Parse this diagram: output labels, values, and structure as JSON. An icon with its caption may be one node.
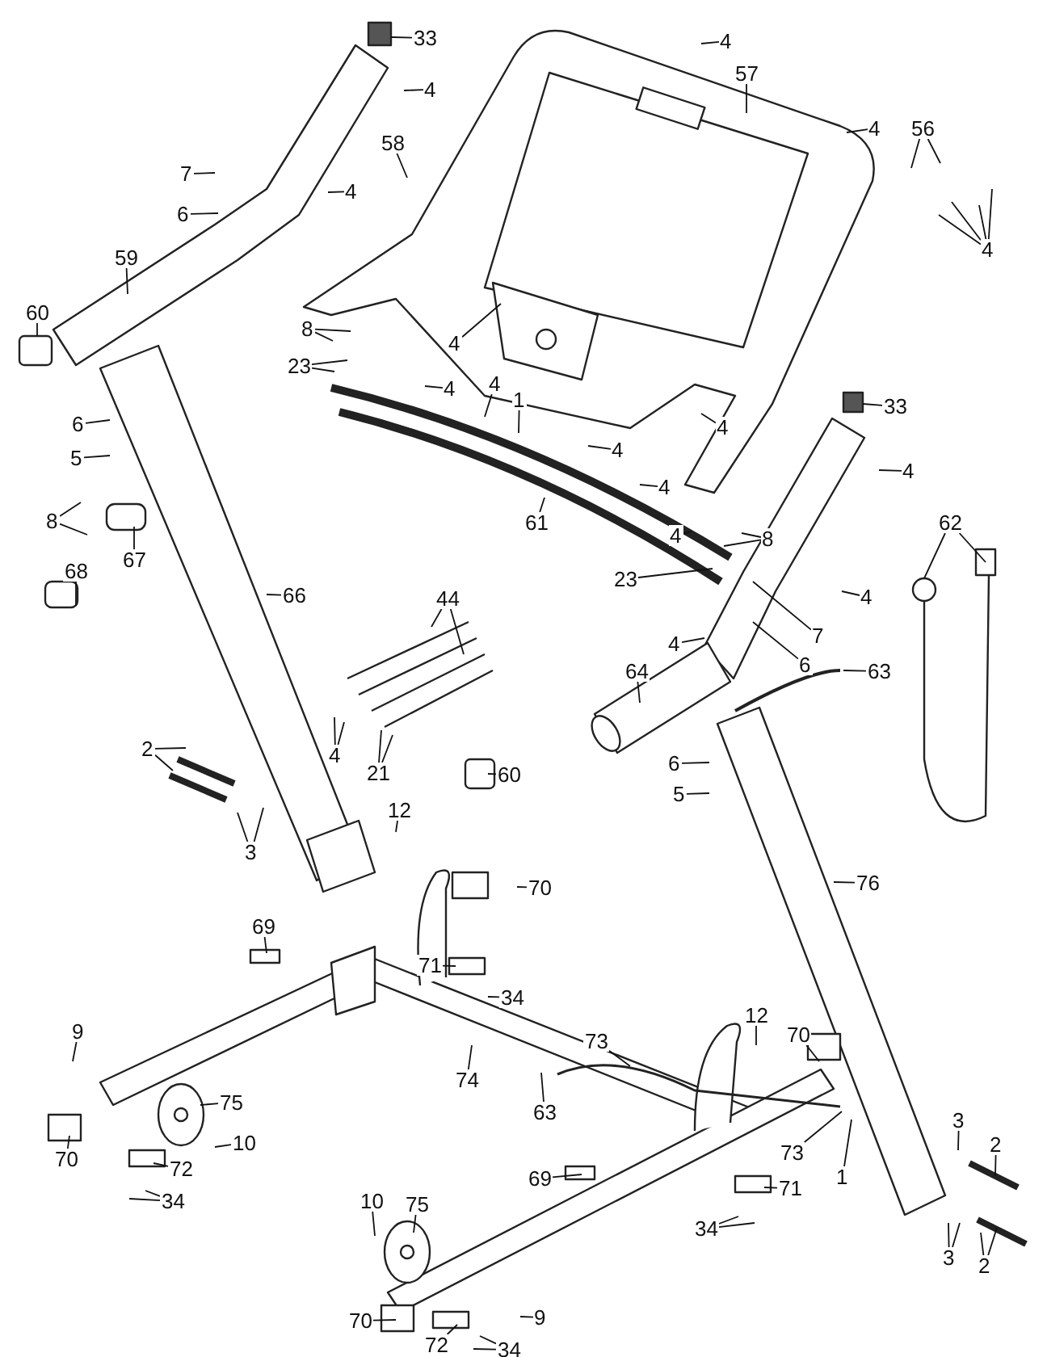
{
  "diagram": {
    "nodes": [
      {
        "text": [
          "33"
        ]
      },
      {
        "text": [
          "4"
        ]
      },
      {
        "text": [
          "57"
        ]
      },
      {
        "text": [
          "4"
        ]
      },
      {
        "text": [
          "4"
        ]
      },
      {
        "text": [
          "56"
        ]
      },
      {
        "text": [
          "58"
        ]
      },
      {
        "text": [
          "7"
        ]
      },
      {
        "text": [
          "4"
        ]
      },
      {
        "text": [
          "6"
        ]
      },
      {
        "text": [
          "4"
        ]
      },
      {
        "text": [
          "59"
        ]
      },
      {
        "text": [
          "60"
        ]
      },
      {
        "text": [
          "8"
        ]
      },
      {
        "text": [
          "4"
        ]
      },
      {
        "text": [
          "23"
        ]
      },
      {
        "text": [
          "4"
        ]
      },
      {
        "text": [
          "4"
        ]
      },
      {
        "text": [
          "1"
        ]
      },
      {
        "text": [
          "33"
        ]
      },
      {
        "text": [
          "6"
        ]
      },
      {
        "text": [
          "4"
        ]
      },
      {
        "text": [
          "4"
        ]
      },
      {
        "text": [
          "5"
        ]
      },
      {
        "text": [
          "4"
        ]
      },
      {
        "text": [
          "4"
        ]
      },
      {
        "text": [
          "8"
        ]
      },
      {
        "text": [
          "61"
        ]
      },
      {
        "text": [
          "62"
        ]
      },
      {
        "text": [
          "8"
        ]
      },
      {
        "text": [
          "4"
        ]
      },
      {
        "text": [
          "67"
        ]
      },
      {
        "text": [
          "68"
        ]
      },
      {
        "text": [
          "23"
        ]
      },
      {
        "text": [
          "66"
        ]
      },
      {
        "text": [
          "4"
        ]
      },
      {
        "text": [
          "44"
        ]
      },
      {
        "text": [
          "7"
        ]
      },
      {
        "text": [
          "4"
        ]
      },
      {
        "text": [
          "6"
        ]
      },
      {
        "text": [
          "64"
        ]
      },
      {
        "text": [
          "63"
        ]
      },
      {
        "text": [
          "2"
        ]
      },
      {
        "text": [
          "4"
        ]
      },
      {
        "text": [
          "6"
        ]
      },
      {
        "text": [
          "21"
        ]
      },
      {
        "text": [
          "60"
        ]
      },
      {
        "text": [
          "5"
        ]
      },
      {
        "text": [
          "12"
        ]
      },
      {
        "text": [
          "3"
        ]
      },
      {
        "text": [
          "76"
        ]
      },
      {
        "text": [
          "70"
        ]
      },
      {
        "text": [
          "69"
        ]
      },
      {
        "text": [
          "71"
        ]
      },
      {
        "text": [
          "34"
        ]
      },
      {
        "text": [
          "12"
        ]
      },
      {
        "text": [
          "9"
        ]
      },
      {
        "text": [
          "70"
        ]
      },
      {
        "text": [
          "73"
        ]
      },
      {
        "text": [
          "74"
        ]
      },
      {
        "text": [
          "75"
        ]
      },
      {
        "text": [
          "63"
        ]
      },
      {
        "text": [
          "3"
        ]
      },
      {
        "text": [
          "10"
        ]
      },
      {
        "text": [
          "2"
        ]
      },
      {
        "text": [
          "73"
        ]
      },
      {
        "text": [
          "70"
        ]
      },
      {
        "text": [
          "72"
        ]
      },
      {
        "text": [
          "1"
        ]
      },
      {
        "text": [
          "69"
        ]
      },
      {
        "text": [
          "71"
        ]
      },
      {
        "text": [
          "34"
        ]
      },
      {
        "text": [
          "10"
        ]
      },
      {
        "text": [
          "75"
        ]
      },
      {
        "text": [
          "34"
        ]
      },
      {
        "text": [
          "3"
        ]
      },
      {
        "text": [
          "2"
        ]
      },
      {
        "text": [
          "70"
        ]
      },
      {
        "text": [
          "9"
        ]
      },
      {
        "text": [
          "72"
        ]
      },
      {
        "text": [
          "34"
        ]
      }
    ],
    "edges": [
      {
        "from": 0,
        "to": null,
        "arrow": "none"
      },
      {
        "from": 1,
        "to": null,
        "arrow": "none"
      },
      {
        "from": 2,
        "to": null,
        "arrow": "none"
      },
      {
        "from": 3,
        "to": null,
        "arrow": "none"
      },
      {
        "from": 4,
        "to": null,
        "arrow": "none"
      },
      {
        "from": 5,
        "to": null,
        "arrow": "none"
      },
      {
        "from": 5,
        "to": null,
        "arrow": "none"
      },
      {
        "from": 6,
        "to": null,
        "arrow": "none"
      },
      {
        "from": 7,
        "to": null,
        "arrow": "none"
      },
      {
        "from": 8,
        "to": null,
        "arrow": "none"
      },
      {
        "from": 9,
        "to": null,
        "arrow": "none"
      },
      {
        "from": 10,
        "to": null,
        "arrow": "none"
      },
      {
        "from": 10,
        "to": null,
        "arrow": "none"
      },
      {
        "from": 10,
        "to": null,
        "arrow": "none"
      },
      {
        "from": 10,
        "to": null,
        "arrow": "none"
      },
      {
        "from": 11,
        "to": null,
        "arrow": "none"
      },
      {
        "from": 12,
        "to": null,
        "arrow": "none"
      },
      {
        "from": 13,
        "to": null,
        "arrow": "none"
      },
      {
        "from": 13,
        "to": null,
        "arrow": "none"
      },
      {
        "from": 14,
        "to": null,
        "arrow": "none"
      },
      {
        "from": 15,
        "to": null,
        "arrow": "none"
      },
      {
        "from": 15,
        "to": null,
        "arrow": "none"
      },
      {
        "from": 16,
        "to": null,
        "arrow": "none"
      },
      {
        "from": 17,
        "to": null,
        "arrow": "none"
      },
      {
        "from": 18,
        "to": null,
        "arrow": "none"
      },
      {
        "from": 19,
        "to": null,
        "arrow": "none"
      },
      {
        "from": 20,
        "to": null,
        "arrow": "none"
      },
      {
        "from": 21,
        "to": null,
        "arrow": "none"
      },
      {
        "from": 22,
        "to": null,
        "arrow": "none"
      },
      {
        "from": 23,
        "to": null,
        "arrow": "none"
      },
      {
        "from": 24,
        "to": null,
        "arrow": "none"
      },
      {
        "from": 25,
        "to": null,
        "arrow": "none"
      },
      {
        "from": 26,
        "to": null,
        "arrow": "none"
      },
      {
        "from": 26,
        "to": null,
        "arrow": "none"
      },
      {
        "from": 27,
        "to": null,
        "arrow": "none"
      },
      {
        "from": 28,
        "to": null,
        "arrow": "none"
      },
      {
        "from": 28,
        "to": null,
        "arrow": "none"
      },
      {
        "from": 29,
        "to": null,
        "arrow": "none"
      },
      {
        "from": 29,
        "to": null,
        "arrow": "none"
      },
      {
        "from": 30,
        "to": null,
        "arrow": "none"
      },
      {
        "from": 31,
        "to": null,
        "arrow": "none"
      },
      {
        "from": 32,
        "to": null,
        "arrow": "none"
      },
      {
        "from": 33,
        "to": null,
        "arrow": "none"
      },
      {
        "from": 34,
        "to": null,
        "arrow": "none"
      },
      {
        "from": 35,
        "to": null,
        "arrow": "none"
      },
      {
        "from": 36,
        "to": null,
        "arrow": "none"
      },
      {
        "from": 36,
        "to": null,
        "arrow": "none"
      },
      {
        "from": 37,
        "to": null,
        "arrow": "none"
      },
      {
        "from": 38,
        "to": null,
        "arrow": "none"
      },
      {
        "from": 39,
        "to": null,
        "arrow": "none"
      },
      {
        "from": 40,
        "to": null,
        "arrow": "none"
      },
      {
        "from": 41,
        "to": null,
        "arrow": "none"
      },
      {
        "from": 42,
        "to": null,
        "arrow": "none"
      },
      {
        "from": 42,
        "to": null,
        "arrow": "none"
      },
      {
        "from": 43,
        "to": null,
        "arrow": "none"
      },
      {
        "from": 43,
        "to": null,
        "arrow": "none"
      },
      {
        "from": 44,
        "to": null,
        "arrow": "none"
      },
      {
        "from": 45,
        "to": null,
        "arrow": "none"
      },
      {
        "from": 45,
        "to": null,
        "arrow": "none"
      },
      {
        "from": 46,
        "to": null,
        "arrow": "none"
      },
      {
        "from": 47,
        "to": null,
        "arrow": "none"
      },
      {
        "from": 48,
        "to": null,
        "arrow": "none"
      },
      {
        "from": 49,
        "to": null,
        "arrow": "none"
      },
      {
        "from": 49,
        "to": null,
        "arrow": "none"
      },
      {
        "from": 50,
        "to": null,
        "arrow": "none"
      },
      {
        "from": 51,
        "to": null,
        "arrow": "none"
      },
      {
        "from": 52,
        "to": null,
        "arrow": "none"
      },
      {
        "from": 53,
        "to": null,
        "arrow": "none"
      },
      {
        "from": 54,
        "to": null,
        "arrow": "none"
      },
      {
        "from": 55,
        "to": null,
        "arrow": "none"
      },
      {
        "from": 56,
        "to": null,
        "arrow": "none"
      },
      {
        "from": 57,
        "to": null,
        "arrow": "none"
      },
      {
        "from": 58,
        "to": null,
        "arrow": "none"
      },
      {
        "from": 59,
        "to": null,
        "arrow": "none"
      },
      {
        "from": 60,
        "to": null,
        "arrow": "none"
      },
      {
        "from": 61,
        "to": null,
        "arrow": "none"
      },
      {
        "from": 62,
        "to": null,
        "arrow": "none"
      },
      {
        "from": 63,
        "to": null,
        "arrow": "none"
      },
      {
        "from": 64,
        "to": null,
        "arrow": "none"
      },
      {
        "from": 65,
        "to": null,
        "arrow": "none"
      },
      {
        "from": 66,
        "to": null,
        "arrow": "none"
      },
      {
        "from": 67,
        "to": null,
        "arrow": "none"
      },
      {
        "from": 68,
        "to": null,
        "arrow": "none"
      },
      {
        "from": 69,
        "to": null,
        "arrow": "none"
      },
      {
        "from": 70,
        "to": null,
        "arrow": "none"
      },
      {
        "from": 71,
        "to": null,
        "arrow": "none"
      },
      {
        "from": 71,
        "to": null,
        "arrow": "none"
      },
      {
        "from": 72,
        "to": null,
        "arrow": "none"
      },
      {
        "from": 73,
        "to": null,
        "arrow": "none"
      },
      {
        "from": 74,
        "to": null,
        "arrow": "none"
      },
      {
        "from": 74,
        "to": null,
        "arrow": "none"
      },
      {
        "from": 75,
        "to": null,
        "arrow": "none"
      },
      {
        "from": 75,
        "to": null,
        "arrow": "none"
      },
      {
        "from": 76,
        "to": null,
        "arrow": "none"
      },
      {
        "from": 76,
        "to": null,
        "arrow": "none"
      },
      {
        "from": 77,
        "to": null,
        "arrow": "none"
      },
      {
        "from": 78,
        "to": null,
        "arrow": "none"
      },
      {
        "from": 79,
        "to": null,
        "arrow": "none"
      },
      {
        "from": 80,
        "to": null,
        "arrow": "none"
      },
      {
        "from": 80,
        "to": null,
        "arrow": "none"
      }
    ]
  }
}
